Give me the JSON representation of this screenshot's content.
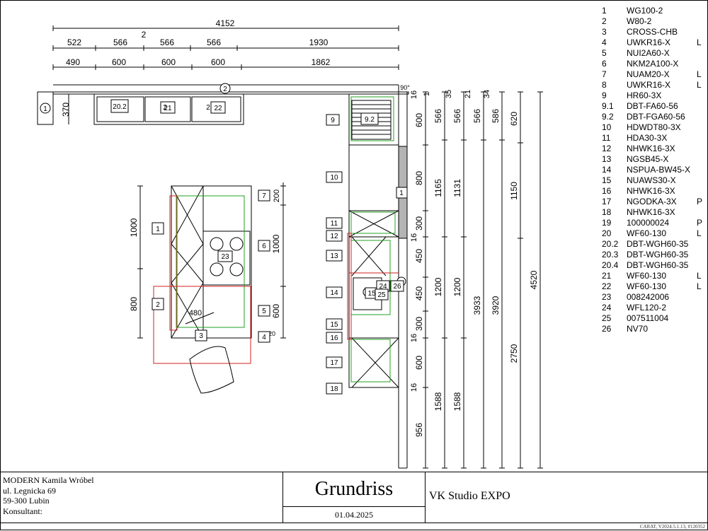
{
  "dims": {
    "top_total": "4152",
    "top_mark": "2",
    "row1": [
      "522",
      "566",
      "566",
      "566",
      "1930"
    ],
    "row2": [
      "490",
      "600",
      "600",
      "600",
      "1862"
    ],
    "wall_depth": "370",
    "angle": "90°",
    "right_a": [
      "16",
      "600",
      "800",
      "300",
      "16",
      "450",
      "450",
      "300",
      "16",
      "600",
      "16",
      "956"
    ],
    "right_b": [
      "1",
      "566",
      "1165",
      "1200",
      "1588"
    ],
    "right_c": [
      "35",
      "566",
      "1131",
      "1200",
      "1588"
    ],
    "right_d": [
      "21",
      "566",
      "3933"
    ],
    "right_e": [
      "34",
      "586",
      "3920"
    ],
    "right_f": [
      "620",
      "1150",
      "2750"
    ],
    "right_g": [
      "4520"
    ],
    "island_left": [
      "1000",
      "800"
    ],
    "island_right": [
      "200",
      "1000",
      "600",
      "20"
    ],
    "arc": "480"
  },
  "tags": {
    "wall_units": [
      "20.2",
      "21",
      "22"
    ],
    "wall_small": [
      "2",
      "2"
    ],
    "circle_1": "1",
    "circle_2": "2",
    "circle_26": "26",
    "right_labels": [
      "9",
      "9.2",
      "10",
      "11",
      "12",
      "13",
      "14",
      "15",
      "16",
      "17",
      "18",
      "1",
      "24",
      "25",
      "15"
    ],
    "island_labels": [
      "1",
      "2",
      "3",
      "4",
      "5",
      "6",
      "7",
      "23"
    ]
  },
  "legend": [
    {
      "num": "1",
      "code": "WG100-2",
      "flag": ""
    },
    {
      "num": "2",
      "code": "W80-2",
      "flag": ""
    },
    {
      "num": "3",
      "code": "CROSS-CHB",
      "flag": ""
    },
    {
      "num": "4",
      "code": "UWKR16-X",
      "flag": "L"
    },
    {
      "num": "5",
      "code": "NUI2A60-X",
      "flag": ""
    },
    {
      "num": "6",
      "code": "NKM2A100-X",
      "flag": ""
    },
    {
      "num": "7",
      "code": "NUAM20-X",
      "flag": "L"
    },
    {
      "num": "8",
      "code": "UWKR16-X",
      "flag": "L"
    },
    {
      "num": "9",
      "code": "HR60-3X",
      "flag": ""
    },
    {
      "num": "9.1",
      "code": "DBT-FA60-56",
      "flag": ""
    },
    {
      "num": "9.2",
      "code": "DBT-FGA60-56",
      "flag": ""
    },
    {
      "num": "10",
      "code": "HDWDT80-3X",
      "flag": ""
    },
    {
      "num": "11",
      "code": "HDA30-3X",
      "flag": ""
    },
    {
      "num": "12",
      "code": "NHWK16-3X",
      "flag": ""
    },
    {
      "num": "13",
      "code": "NGSB45-X",
      "flag": ""
    },
    {
      "num": "14",
      "code": "NSPUA-BW45-X",
      "flag": ""
    },
    {
      "num": "15",
      "code": "NUAWS30-X",
      "flag": ""
    },
    {
      "num": "16",
      "code": "NHWK16-3X",
      "flag": ""
    },
    {
      "num": "17",
      "code": "NGODKA-3X",
      "flag": "P"
    },
    {
      "num": "18",
      "code": "NHWK16-3X",
      "flag": ""
    },
    {
      "num": "19",
      "code": "100000024",
      "flag": "P"
    },
    {
      "num": "20",
      "code": "WF60-130",
      "flag": "L"
    },
    {
      "num": "20.2",
      "code": "DBT-WGH60-35",
      "flag": ""
    },
    {
      "num": "20.3",
      "code": "DBT-WGH60-35",
      "flag": ""
    },
    {
      "num": "20.4",
      "code": "DBT-WGH60-35",
      "flag": ""
    },
    {
      "num": "21",
      "code": "WF60-130",
      "flag": "L"
    },
    {
      "num": "22",
      "code": "WF60-130",
      "flag": "L"
    },
    {
      "num": "23",
      "code": "008242006",
      "flag": ""
    },
    {
      "num": "24",
      "code": "WFL120-2",
      "flag": ""
    },
    {
      "num": "25",
      "code": "007511004",
      "flag": ""
    },
    {
      "num": "26",
      "code": "NV70",
      "flag": ""
    }
  ],
  "titleblock": {
    "company": "MODERN Kamila Wróbel",
    "street": "ul. Legnicka 69",
    "city": "59-300 Lubin",
    "consultant": "Konsultant:",
    "title": "Grundriss",
    "date": "01.04.2025",
    "studio": "VK Studio EXPO",
    "version": "CARAT,  V2024.5.1.13,  #120352"
  },
  "colors": {
    "line": "#000000",
    "green": "#21a021",
    "red": "#d22020",
    "gray": "#b4b4b4"
  }
}
